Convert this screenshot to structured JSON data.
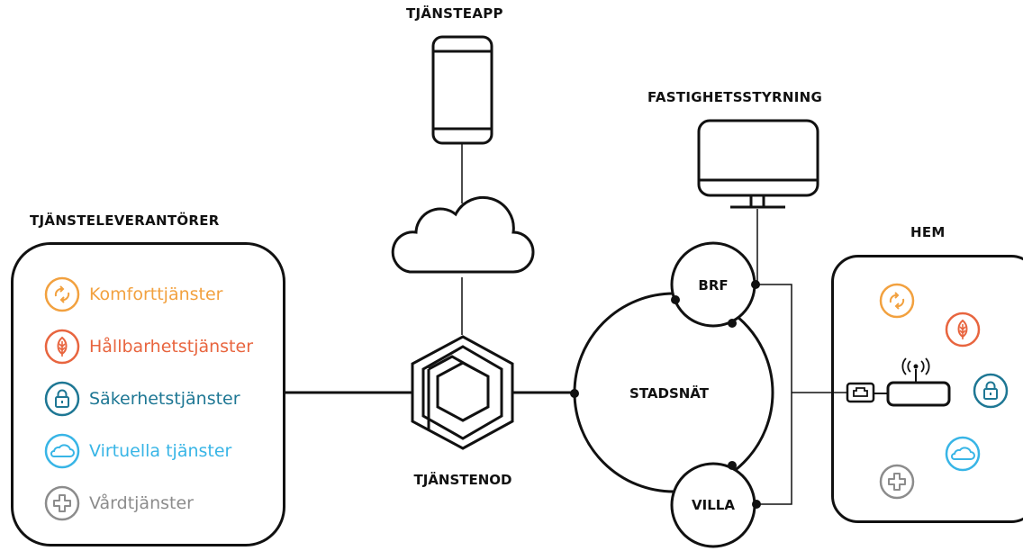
{
  "headings": {
    "app": "TJÄNSTEAPP",
    "building": "FASTIGHETSSTYRNING",
    "providers": "TJÄNSTELEVERANTÖRER",
    "home": "HEM",
    "node": "TJÄNSTENOD"
  },
  "network": {
    "city": "STADSNÄT",
    "brf": "BRF",
    "villa": "VILLA"
  },
  "services": [
    {
      "label": "Komforttjänster",
      "icon": "comfort-arrows-icon",
      "color": "#f2a13f"
    },
    {
      "label": "Hållbarhetstjänster",
      "icon": "leaf-icon",
      "color": "#e8653f"
    },
    {
      "label": "Säkerhetstjänster",
      "icon": "lock-icon",
      "color": "#1e7794"
    },
    {
      "label": "Virtuella tjänster",
      "icon": "cloud-icon",
      "color": "#38b5e6"
    },
    {
      "label": "Vårdtjänster",
      "icon": "medical-cross-icon",
      "color": "#8c8c8c"
    }
  ]
}
